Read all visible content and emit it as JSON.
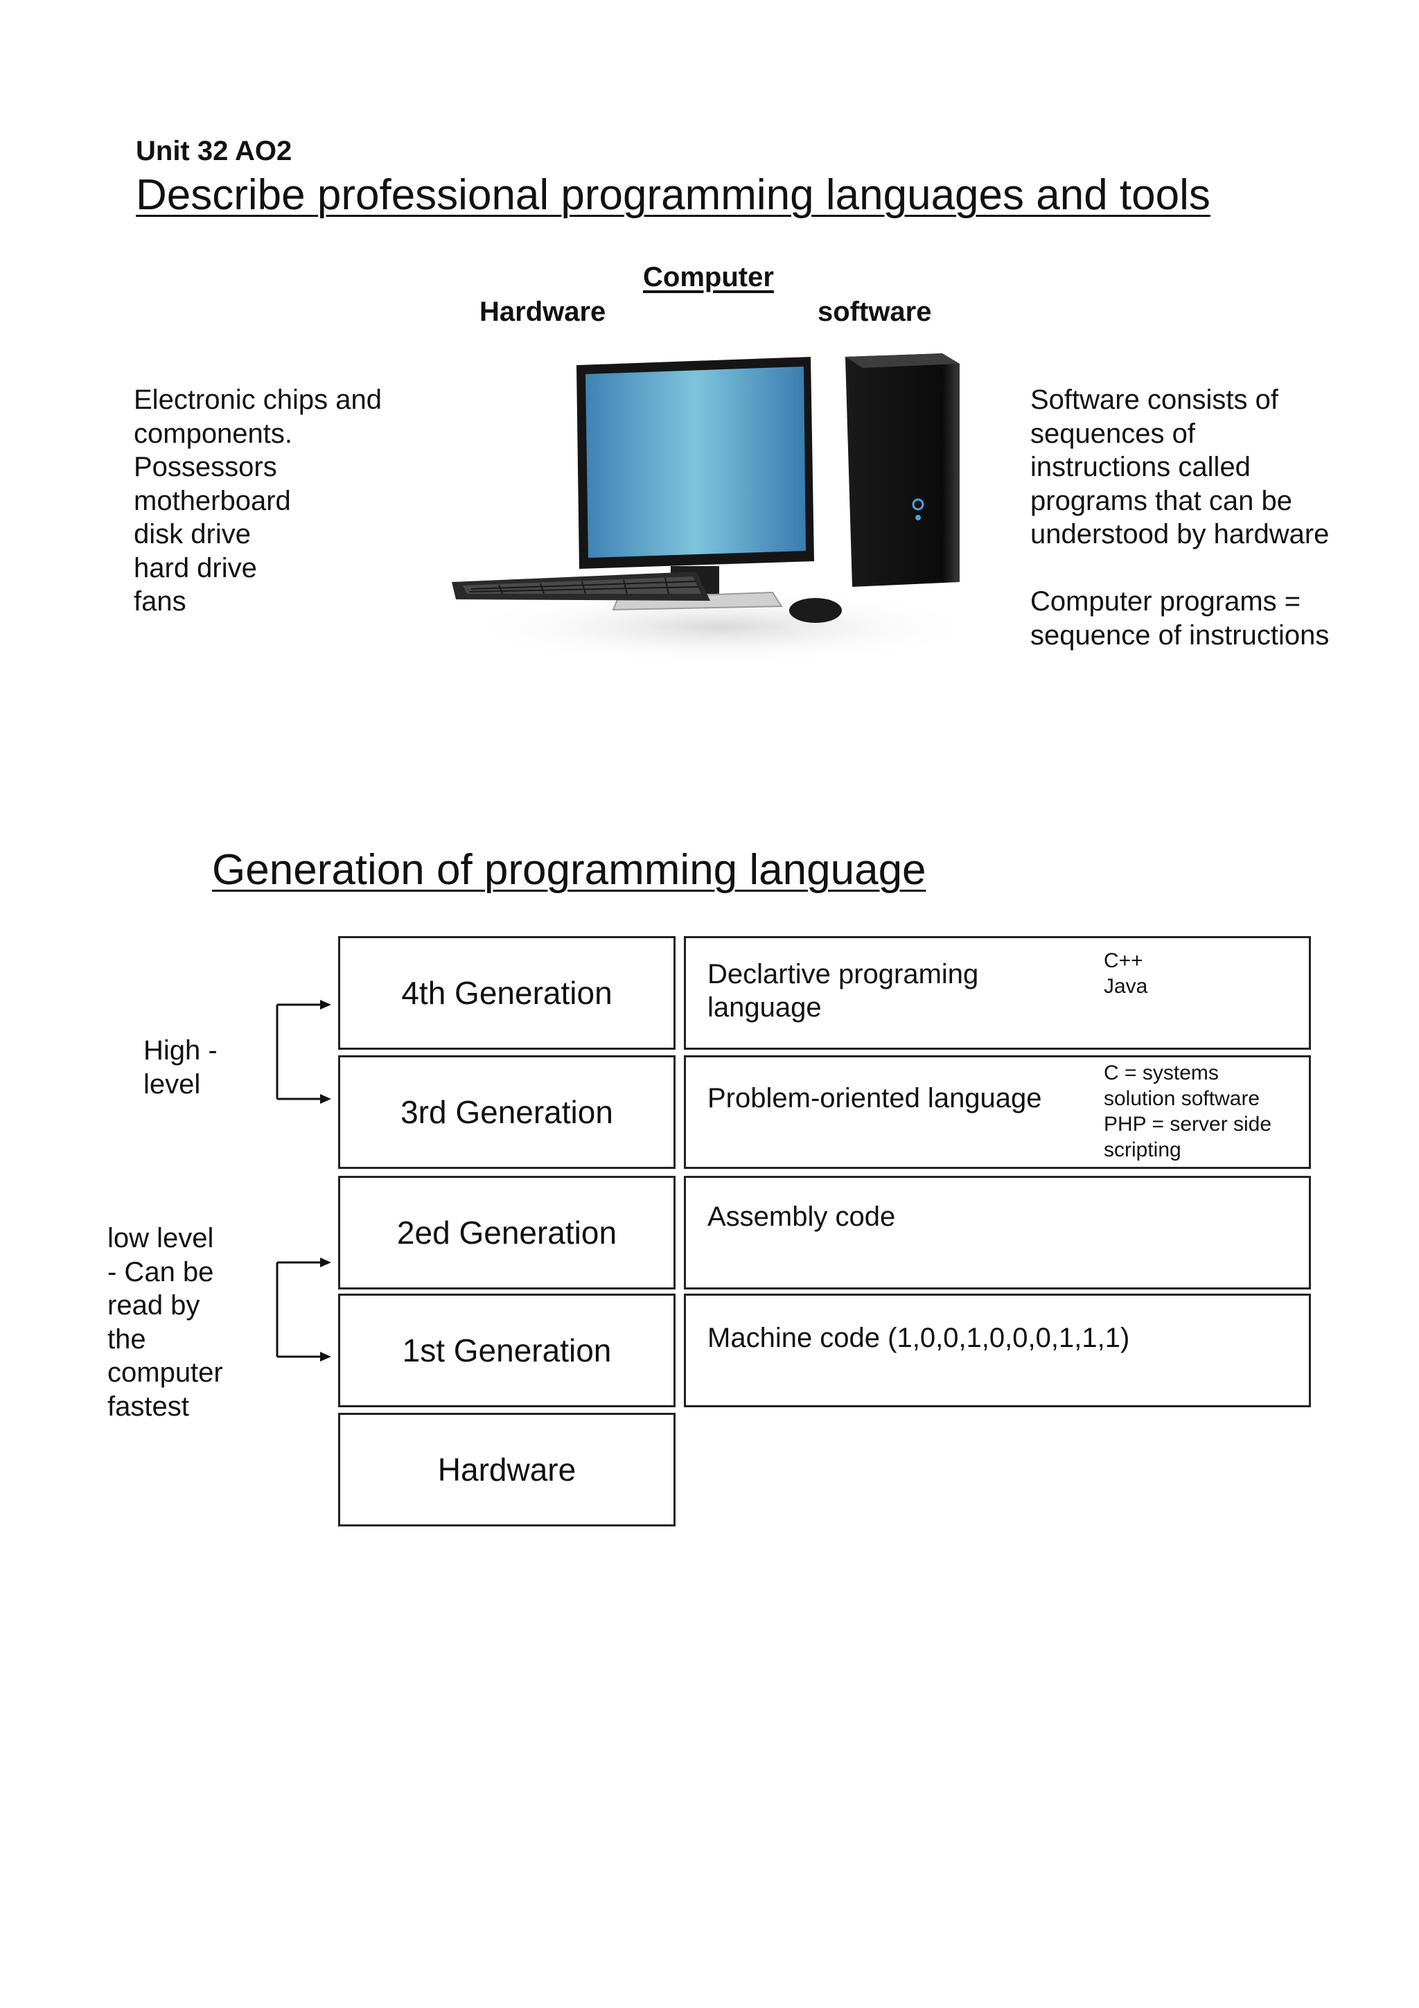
{
  "header": {
    "unit": "Unit 32 AO2",
    "title": "Describe professional programming languages and tools"
  },
  "computer": {
    "label": "Computer",
    "hardware_label": "Hardware",
    "software_label": "software",
    "hardware_text": "Electronic chips and\ncomponents.\nPossessors\nmotherboard\ndisk drive\nhard drive\nfans",
    "software_text": "Software consists of\nsequences of\ninstructions called\nprograms that can be\nunderstood by hardware\n\nComputer programs =\nsequence of instructions"
  },
  "generations": {
    "title": "Generation of programming language",
    "high_level_label": "High -\nlevel",
    "low_level_label": "low level\n- Can be\nread by\nthe\ncomputer\nfastest",
    "rows": [
      {
        "generation": "4th Generation",
        "description": "Declartive programing\nlanguage",
        "note": "C++\nJava"
      },
      {
        "generation": "3rd Generation",
        "description": "Problem-oriented language",
        "note": "C = systems\nsolution software\nPHP = server side\nscripting"
      },
      {
        "generation": "2ed Generation",
        "description": "Assembly code",
        "note": ""
      },
      {
        "generation": "1st Generation",
        "description": "Machine code (1,0,0,1,0,0,0,1,1,1)",
        "note": ""
      }
    ],
    "base_label": "Hardware"
  }
}
